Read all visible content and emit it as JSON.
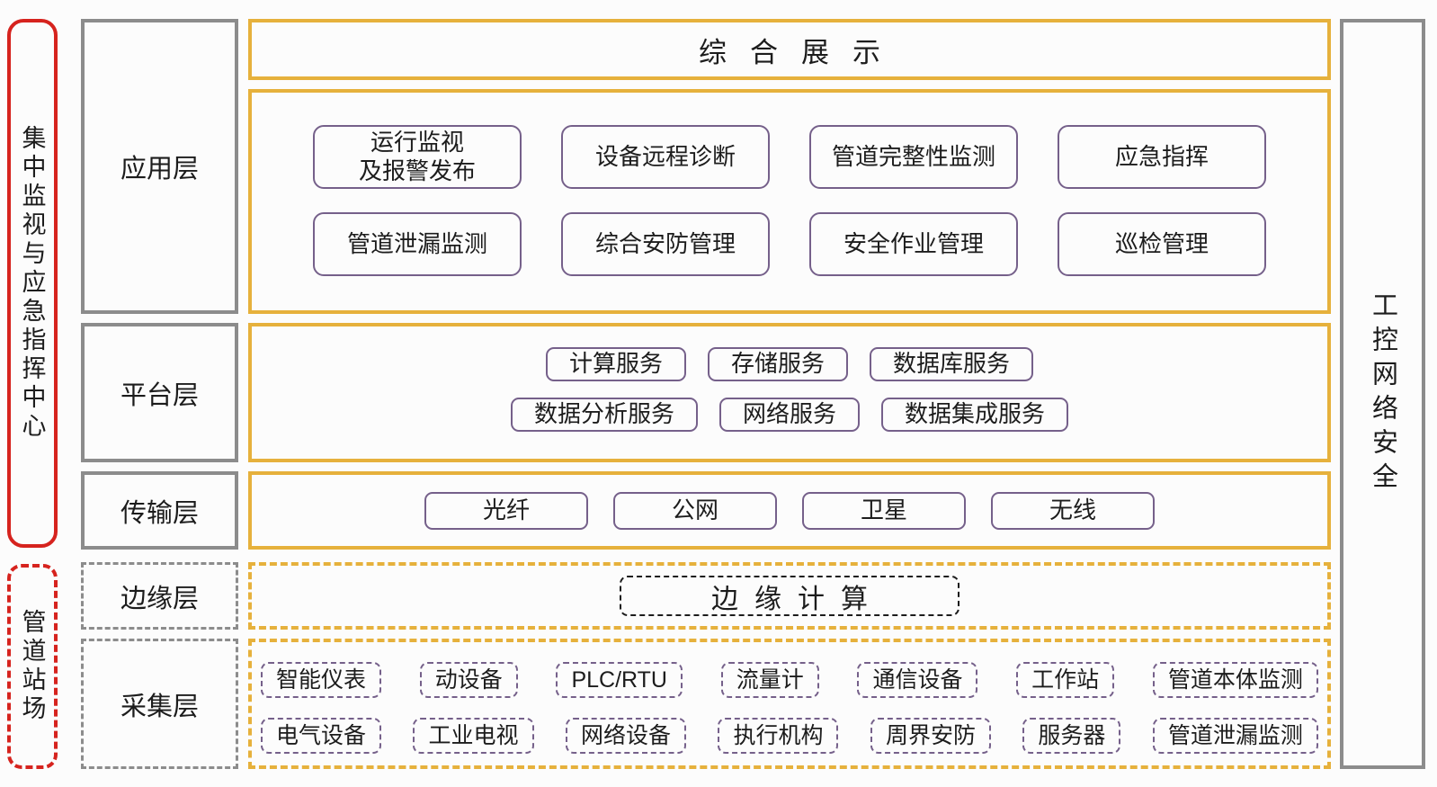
{
  "palette": {
    "yellow": "#E6B13C",
    "purple": "#75608A",
    "red": "#D6231E",
    "gray": "#8C8C8C"
  },
  "left_rail": {
    "monitoring_center": "集中监视与应急指挥中心",
    "pipeline_station": "管道站场"
  },
  "right_rail": {
    "ics_security": "工控网络安全"
  },
  "layer_labels": {
    "application": "应用层",
    "platform": "平台层",
    "transmission": "传输层",
    "edge": "边缘层",
    "collection": "采集层"
  },
  "overview": {
    "title": "综合展示"
  },
  "application": {
    "row1": [
      "运行监视\n及报警发布",
      "设备远程诊断",
      "管道完整性监测",
      "应急指挥"
    ],
    "row2": [
      "管道泄漏监测",
      "综合安防管理",
      "安全作业管理",
      "巡检管理"
    ]
  },
  "platform": {
    "row1": [
      "计算服务",
      "存储服务",
      "数据库服务"
    ],
    "row2": [
      "数据分析服务",
      "网络服务",
      "数据集成服务"
    ]
  },
  "transmission": {
    "items": [
      "光纤",
      "公网",
      "卫星",
      "无线"
    ]
  },
  "edge": {
    "title": "边缘计算"
  },
  "collection": {
    "row1": [
      "智能仪表",
      "动设备",
      "PLC/RTU",
      "流量计",
      "通信设备",
      "工作站",
      "管道本体监测"
    ],
    "row2": [
      "电气设备",
      "工业电视",
      "网络设备",
      "执行机构",
      "周界安防",
      "服务器",
      "管道泄漏监测"
    ]
  }
}
